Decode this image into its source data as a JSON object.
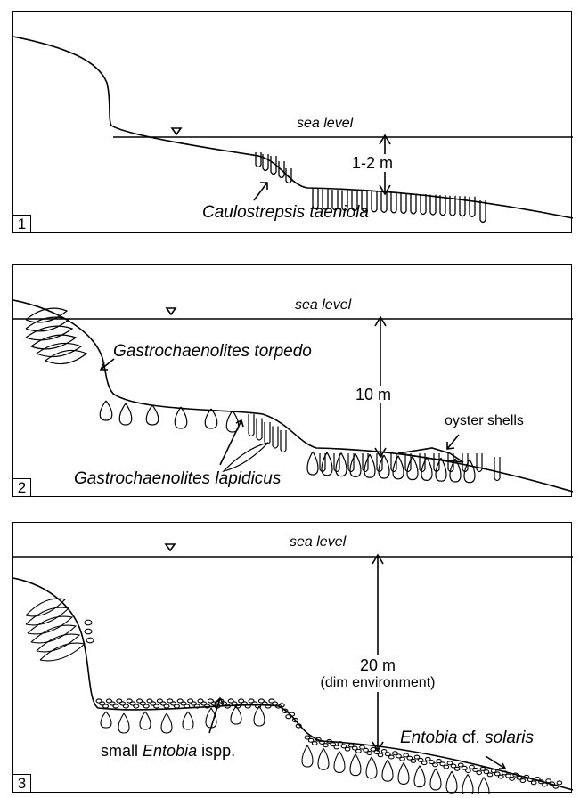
{
  "panels": [
    {
      "number": "1",
      "sea_level": "sea level",
      "depth": "1-2 m",
      "labels": {
        "caulostrepsis": "Caulostrepsis taeniola"
      }
    },
    {
      "number": "2",
      "sea_level": "sea level",
      "depth": "10 m",
      "labels": {
        "torpedo": "Gastrochaenolites torpedo",
        "oyster": "oyster shells",
        "lapidicus": "Gastrochaenolites lapidicus"
      }
    },
    {
      "number": "3",
      "sea_level": "sea level",
      "depth": "20 m",
      "depth_note": "(dim environment)",
      "labels": {
        "solaris_genus": "Entobia",
        "solaris_cf": "cf.",
        "solaris_species": "solaris",
        "small_prefix": "small",
        "small_genus": "Entobia",
        "small_suffix": "ispp."
      }
    }
  ]
}
